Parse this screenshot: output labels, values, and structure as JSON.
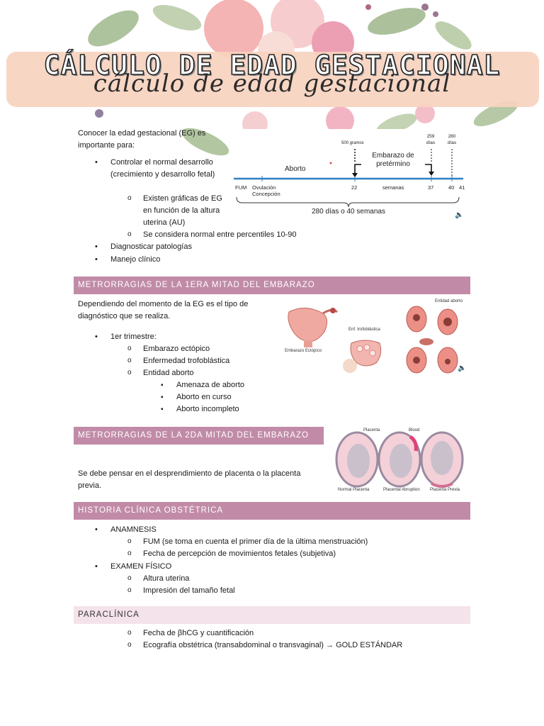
{
  "header": {
    "title": "CÁLCULO DE EDAD GESTACIONAL",
    "script_title": "cálculo de edad gestacional"
  },
  "intro": {
    "text": "Conocer la edad gestacional (EG) es importante para:",
    "items": [
      "Controlar el normal desarrollo (crecimiento y desarrollo fetal)",
      "Existen gráficas de EG en función de la altura uterina (AU)",
      "Se considera normal entre percentiles 10-90",
      "Diagnosticar patologías",
      "Manejo clínico"
    ]
  },
  "timeline": {
    "labels": {
      "fum": "FUM",
      "ovulacion": "Ovulación",
      "concepcion": "Concepción",
      "aborto": "Aborto",
      "gramos": "500 gramos",
      "pretermino": "Embarazo de pretérmino",
      "semanas": "semanas",
      "w22": "22",
      "w37": "37",
      "w40": "40",
      "w41": "41",
      "d259": "259 días",
      "d280": "280 días",
      "total": "280 días o 40 semanas"
    }
  },
  "section1": {
    "title": "METRORRAGIAS DE LA 1ERA MITAD DEL EMBARAZO",
    "text": "Dependiendo del momento de la EG es el tipo de diagnóstico que se realiza.",
    "trimestre": "1er trimestre:",
    "items": [
      "Embarazo ectópico",
      "Enfermedad trofoblástica",
      "Entidad aborto"
    ],
    "subitems": [
      "Amenaza de aborto",
      "Aborto en curso",
      "Aborto incompleto"
    ],
    "img_labels": {
      "ectopico": "Embarazo Ectópico",
      "trofo": "Enf. trofoblástica",
      "entidad": "Entidad aborto"
    }
  },
  "section2": {
    "title": "METRORRAGIAS DE LA 2DA MITAD DEL EMBARAZO",
    "text": "Se debe pensar en el desprendimiento de placenta o la placenta previa.",
    "img_labels": {
      "normal": "Normal Placenta",
      "abruption": "Placental Abruption",
      "previa": "Placenta Previa",
      "placenta": "Placenta",
      "blood": "Blood"
    }
  },
  "section3": {
    "title": "HISTORIA CLÍNICA OBSTÉTRICA",
    "items": [
      "ANAMNESIS",
      "FUM (se toma en cuenta el primer día de la última menstruación)",
      "Fecha de percepción de movimientos fetales (subjetiva)",
      "EXAMEN FÍSICO",
      "Altura uterina",
      "Impresión del tamaño fetal"
    ]
  },
  "section4": {
    "title": "PARACLÍNICA",
    "items": [
      "Fecha de βhCG y cuantificación",
      "Ecografía obstétrica (transabdominal o transvaginal) → GOLD ESTÁNDAR"
    ]
  },
  "colors": {
    "bar": "#c18ba7",
    "bar_light": "#f4e3ea",
    "title_band": "#f7d3bf",
    "timeline": "#2f7fc1"
  }
}
